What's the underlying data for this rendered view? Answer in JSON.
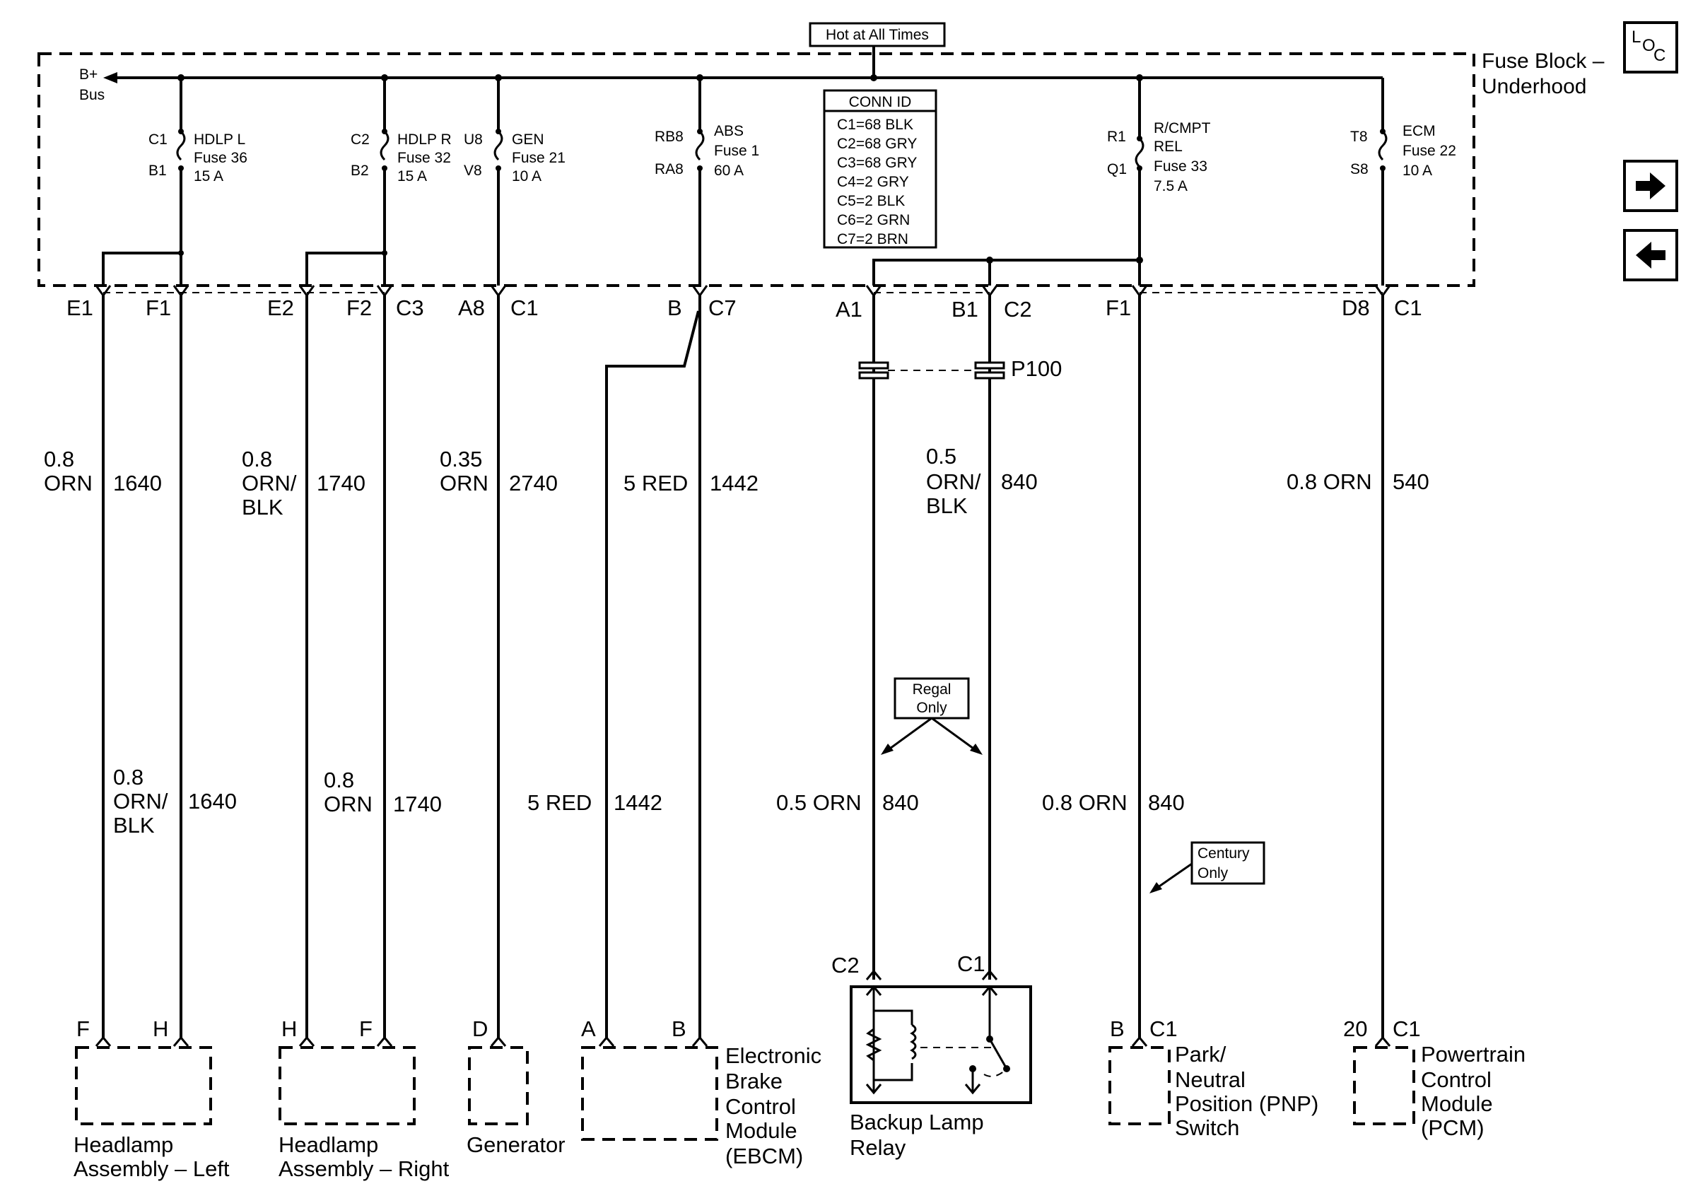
{
  "header": {
    "hot_at_all_times": "Hot at All Times",
    "fuse_block_line1": "Fuse Block –",
    "fuse_block_line2": "Underhood",
    "b_plus": "B+",
    "bus": "Bus"
  },
  "nav": {
    "loc_l": "L",
    "loc_o": "O",
    "loc_c": "C",
    "next_icon": "arrow-right-icon",
    "prev_icon": "arrow-left-icon"
  },
  "conn_id": {
    "title": "CONN ID",
    "rows": [
      "C1=68 BLK",
      "C2=68 GRY",
      "C3=68 GRY",
      "C4=2 GRY",
      "C5=2 BLK",
      "C6=2 GRN",
      "C7=2 BRN"
    ]
  },
  "fuses": [
    {
      "top_pin": "C1",
      "bottom_pin": "B1",
      "name": "HDLP L",
      "fuse": "Fuse 36",
      "rating": "15 A"
    },
    {
      "top_pin": "C2",
      "bottom_pin": "B2",
      "name": "HDLP R",
      "fuse": "Fuse 32",
      "rating": "15 A"
    },
    {
      "top_pin": "U8",
      "bottom_pin": "V8",
      "name": "GEN",
      "fuse": "Fuse 21",
      "rating": "10 A"
    },
    {
      "top_pin": "RB8",
      "bottom_pin": "RA8",
      "name": "ABS",
      "fuse": "Fuse 1",
      "rating": "60 A"
    },
    {
      "top_pin": "R1",
      "bottom_pin": "Q1",
      "name": "R/CMPT",
      "name2": "REL",
      "fuse": "Fuse 33",
      "rating": "7.5 A"
    },
    {
      "top_pin": "T8",
      "bottom_pin": "S8",
      "name": "ECM",
      "fuse": "Fuse 22",
      "rating": "10 A"
    }
  ],
  "block_pins": {
    "e1": "E1",
    "f1": "F1",
    "e2": "E2",
    "f2": "F2",
    "c3": "C3",
    "a8": "A8",
    "c1a": "C1",
    "b": "B",
    "c7": "C7",
    "a1": "A1",
    "b1": "B1",
    "c2": "C2",
    "f1b": "F1",
    "d8": "D8",
    "c1b": "C1"
  },
  "inline": {
    "p100": "P100"
  },
  "wires_upper": {
    "w1_size": "0.8",
    "w1_color": "ORN",
    "w1_circuit": "1640",
    "w2_size": "0.8",
    "w2_color1": "ORN/",
    "w2_color2": "BLK",
    "w2_circuit": "1740",
    "w3_size": "0.35",
    "w3_color": "ORN",
    "w3_circuit": "2740",
    "w4_label": "5 RED",
    "w4_circuit": "1442",
    "w5_size": "0.5",
    "w5_color1": "ORN/",
    "w5_color2": "BLK",
    "w5_circuit": "840",
    "w6_label": "0.8 ORN",
    "w6_circuit": "540"
  },
  "wires_lower": {
    "w1_size": "0.8",
    "w1_color1": "ORN/",
    "w1_color2": "BLK",
    "w1_circuit": "1640",
    "w2_size": "0.8",
    "w2_color": "ORN",
    "w2_circuit": "1740",
    "w3_label": "5 RED",
    "w3_circuit": "1442",
    "w4_label": "0.5 ORN",
    "w4_circuit": "840",
    "w5_label": "0.8 ORN",
    "w5_circuit": "840"
  },
  "notes": {
    "regal1": "Regal",
    "regal2": "Only",
    "century1": "Century",
    "century2": "Only"
  },
  "relay": {
    "pin_c2": "C2",
    "pin_c1": "C1",
    "label1": "Backup Lamp",
    "label2": "Relay"
  },
  "components": {
    "hl_left": {
      "pin_a": "F",
      "pin_b": "H",
      "label1": "Headlamp",
      "label2": "Assembly – Left"
    },
    "hl_right": {
      "pin_a": "H",
      "pin_b": "F",
      "label1": "Headlamp",
      "label2": "Assembly – Right"
    },
    "generator": {
      "pin": "D",
      "label": "Generator"
    },
    "ebcm": {
      "pin_a": "A",
      "pin_b": "B",
      "label1": "Electronic",
      "label2": "Brake",
      "label3": "Control",
      "label4": "Module",
      "label5": "(EBCM)"
    },
    "pnp": {
      "pin": "B",
      "conn": "C1",
      "label1": "Park/",
      "label2": "Neutral",
      "label3": "Position (PNP)",
      "label4": "Switch"
    },
    "pcm": {
      "pin": "20",
      "conn": "C1",
      "label1": "Powertrain",
      "label2": "Control",
      "label3": "Module",
      "label4": "(PCM)"
    }
  }
}
